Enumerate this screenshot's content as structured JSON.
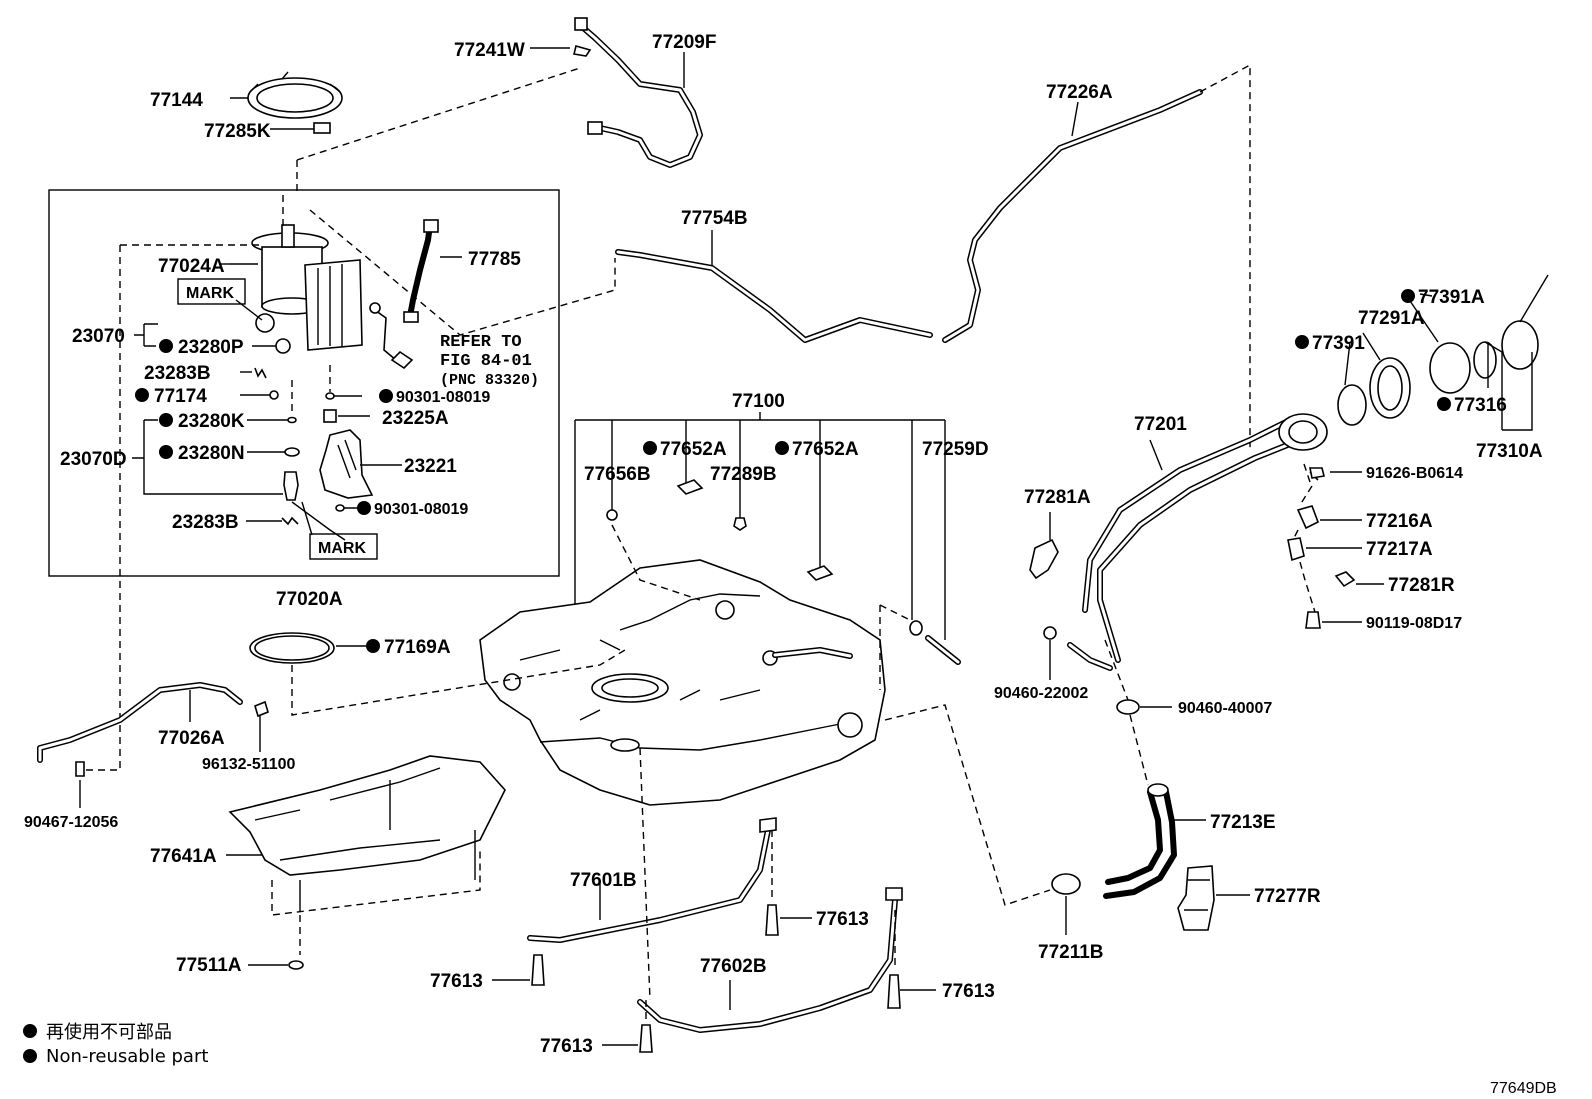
{
  "labels": {
    "l77241W": "77241W",
    "l77209F": "77209F",
    "l77144": "77144",
    "l77285K": "77285K",
    "l77226A": "77226A",
    "l77754B": "77754B",
    "l77024A": "77024A",
    "l77785": "77785",
    "mark1": "MARK",
    "l23070": "23070",
    "l23280P": "23280P",
    "refer1": "REFER TO",
    "refer2": "FIG 84-01",
    "refer3": "(PNC 83320)",
    "l23283B_a": "23283B",
    "l77174": "77174",
    "l90301_a": "90301-08019",
    "l23280K": "23280K",
    "l23225A": "23225A",
    "l23070D": "23070D",
    "l23280N": "23280N",
    "l23221": "23221",
    "l90301_b": "90301-08019",
    "l23283B_b": "23283B",
    "mark2": "MARK",
    "l77020A": "77020A",
    "l77100": "77100",
    "l77652A_a": "77652A",
    "l77652A_b": "77652A",
    "l77656B": "77656B",
    "l77289B": "77289B",
    "l77259D": "77259D",
    "l77391A": "77391A",
    "l77291A": "77291A",
    "l77391": "77391",
    "l77316": "77316",
    "l77310A": "77310A",
    "l77201": "77201",
    "l91626": "91626-B0614",
    "l77281A": "77281A",
    "l77216A": "77216A",
    "l77217A": "77217A",
    "l77281R": "77281R",
    "l90119": "90119-08D17",
    "l77169A": "77169A",
    "l90460_22002": "90460-22002",
    "l90460_40007": "90460-40007",
    "l77026A": "77026A",
    "l96132": "96132-51100",
    "l90467": "90467-12056",
    "l77641A": "77641A",
    "l77213E": "77213E",
    "l77601B": "77601B",
    "l77277R": "77277R",
    "l77613_a": "77613",
    "l77211B": "77211B",
    "l77511A": "77511A",
    "l77613_b": "77613",
    "l77602B": "77602B",
    "l77613_c": "77613",
    "l77613_d": "77613"
  },
  "legend": {
    "line1": "再使用不可部品",
    "line2": "Non-reusable part"
  },
  "figure_code": "77649DB"
}
